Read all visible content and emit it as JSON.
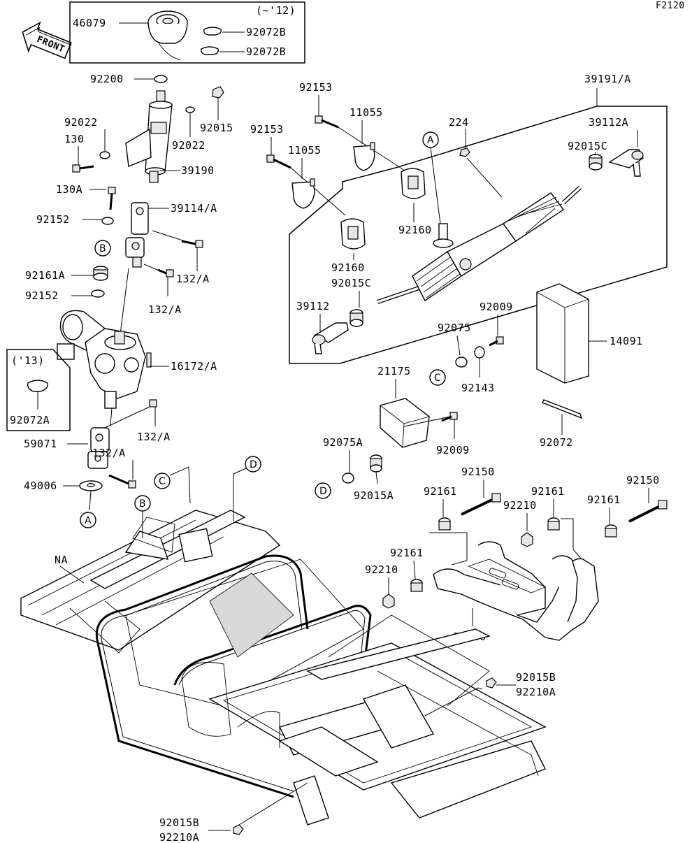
{
  "figure_code": "F2120",
  "front_label": "FRONT",
  "parts": {
    "p46079": "46079",
    "p92072B_1": "92072B",
    "p92072B_2": "92072B",
    "inset_top_note": "(~'12)",
    "p92200": "92200",
    "p92015": "92015",
    "p92022_left": "92022",
    "p92022_right": "92022",
    "p130": "130",
    "p39190": "39190",
    "p130A": "130A",
    "p39114A": "39114/A",
    "p92152_top": "92152",
    "p92161A": "92161A",
    "p92152_bot": "92152",
    "p132A_1": "132/A",
    "p132A_2": "132/A",
    "p16172A": "16172/A",
    "inset_left_note": "('13)",
    "p92072A": "92072A",
    "p132A_3": "132/A",
    "p59071": "59071",
    "p132A_4": "132/A",
    "p49006": "49006",
    "pNA": "NA",
    "p92153_1": "92153",
    "p11055_1": "11055",
    "p92153_2": "92153",
    "p11055_2": "11055",
    "p224": "224",
    "p39191A": "39191/A",
    "p39112A": "39112A",
    "p92015C_1": "92015C",
    "p92160_1": "92160",
    "p92160_2": "92160",
    "p92015C_2": "92015C",
    "p39112": "39112",
    "p92009_1": "92009",
    "p92075": "92075",
    "p14091": "14091",
    "p21175": "21175",
    "p92143": "92143",
    "p92009_2": "92009",
    "p92072": "92072",
    "p92075A": "92075A",
    "p92015A": "92015A",
    "p92150_1": "92150",
    "p92150_2": "92150",
    "p92161_1": "92161",
    "p92161_2": "92161",
    "p92161_3": "92161",
    "p92161_4": "92161",
    "p92210_1": "92210",
    "p92210_2": "92210",
    "p32160": "32160",
    "p92015B_1": "92015B",
    "p92210A_1": "92210A",
    "p92015B_2": "92015B",
    "p92210A_2": "92210A"
  },
  "callouts": {
    "A_rack": "A",
    "A_bottom": "A",
    "B_col": "B",
    "B_frame": "B",
    "C_ecu": "C",
    "C_frame": "C",
    "D_frame": "D",
    "D_nut": "D"
  }
}
